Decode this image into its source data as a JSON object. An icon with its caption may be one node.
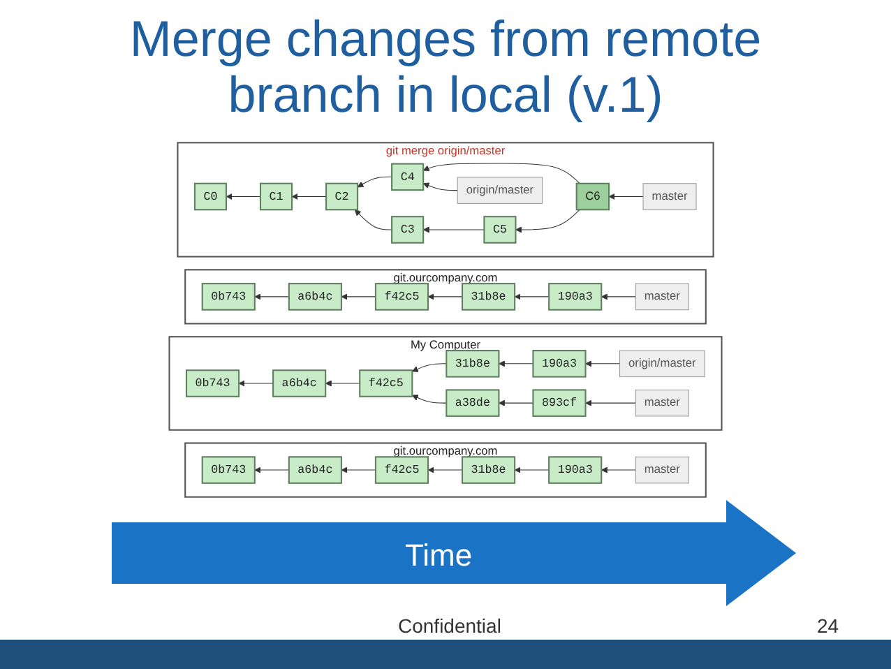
{
  "diagram": {
    "title": "Merge changes from remote branch in local (v.1)",
    "nodes": [
      {
        "text": [
          "git.ourcompany.com"
        ]
      },
      {
        "text": [
          "0b743"
        ],
        "in": 0
      },
      {
        "text": [
          "a6b4c"
        ],
        "in": 0
      },
      {
        "text": [
          "f42c5"
        ],
        "in": 0
      },
      {
        "text": [
          "31b8e"
        ],
        "in": 0
      },
      {
        "text": [
          "190a3"
        ],
        "in": 0
      },
      {
        "text": [
          "master"
        ],
        "in": 0
      },
      {
        "text": [
          "My Computer"
        ]
      },
      {
        "text": [
          "0b743"
        ],
        "in": 7
      },
      {
        "text": [
          "a6b4c"
        ],
        "in": 7
      },
      {
        "text": [
          "f42c5"
        ],
        "in": 7
      },
      {
        "text": [
          "31b8e"
        ],
        "in": 7
      },
      {
        "text": [
          "190a3"
        ],
        "in": 7
      },
      {
        "text": [
          "a38de"
        ],
        "in": 7
      },
      {
        "text": [
          "893cf"
        ],
        "in": 7
      },
      {
        "text": [
          "origin/master"
        ],
        "in": 7
      },
      {
        "text": [
          "master"
        ],
        "in": 7
      },
      {
        "text": [
          "git.ourcompany.com"
        ]
      },
      {
        "text": [
          "0b743"
        ],
        "in": 17
      },
      {
        "text": [
          "a6b4c"
        ],
        "in": 17
      },
      {
        "text": [
          "f42c5"
        ],
        "in": 17
      },
      {
        "text": [
          "31b8e"
        ],
        "in": 17
      },
      {
        "text": [
          "190a3"
        ],
        "in": 17
      },
      {
        "text": [
          "master"
        ],
        "in": 17
      },
      {
        "text": [
          "git merge origin/master"
        ]
      },
      {
        "text": [
          "C0"
        ],
        "in": 24
      },
      {
        "text": [
          "C1"
        ],
        "in": 24
      },
      {
        "text": [
          "C2"
        ],
        "in": 24
      },
      {
        "text": [
          "C4"
        ],
        "in": 24
      },
      {
        "text": [
          "C6"
        ],
        "in": 24
      },
      {
        "text": [
          "C3"
        ],
        "in": 24
      },
      {
        "text": [
          "C5"
        ],
        "in": 24
      },
      {
        "text": [
          "origin/master"
        ],
        "in": 24
      },
      {
        "text": [
          "master"
        ],
        "in": 24
      }
    ],
    "edges": [
      {
        "from": 2,
        "to": 1,
        "arrow": "to"
      },
      {
        "from": 3,
        "to": 2,
        "arrow": "to"
      },
      {
        "from": 4,
        "to": 3,
        "arrow": "to"
      },
      {
        "from": 5,
        "to": 4,
        "arrow": "to"
      },
      {
        "from": 6,
        "to": 5,
        "arrow": "to"
      },
      {
        "from": 9,
        "to": 8,
        "arrow": "to"
      },
      {
        "from": 10,
        "to": 9,
        "arrow": "to"
      },
      {
        "from": 11,
        "to": 10,
        "arrow": "to"
      },
      {
        "from": 12,
        "to": 11,
        "arrow": "to"
      },
      {
        "from": 15,
        "to": 12,
        "arrow": "to"
      },
      {
        "from": 13,
        "to": 10,
        "arrow": "to"
      },
      {
        "from": 14,
        "to": 13,
        "arrow": "to"
      },
      {
        "from": 16,
        "to": 14,
        "arrow": "to"
      },
      {
        "from": 19,
        "to": 18,
        "arrow": "to"
      },
      {
        "from": 20,
        "to": 19,
        "arrow": "to"
      },
      {
        "from": 21,
        "to": 20,
        "arrow": "to"
      },
      {
        "from": 22,
        "to": 21,
        "arrow": "to"
      },
      {
        "from": 23,
        "to": 22,
        "arrow": "to"
      },
      {
        "from": 26,
        "to": 25,
        "arrow": "to"
      },
      {
        "from": 27,
        "to": 26,
        "arrow": "to"
      },
      {
        "from": 28,
        "to": 27,
        "arrow": "to"
      },
      {
        "from": 29,
        "to": 28,
        "arrow": "to"
      },
      {
        "from": 29,
        "to": 31,
        "arrow": "to"
      },
      {
        "from": 31,
        "to": 30,
        "arrow": "to"
      },
      {
        "from": 30,
        "to": 27,
        "arrow": "to"
      },
      {
        "from": 32,
        "to": 28,
        "arrow": "to"
      },
      {
        "from": 33,
        "to": 29,
        "arrow": "to"
      }
    ],
    "labels": [
      "Time",
      "Confidential",
      "24"
    ]
  }
}
